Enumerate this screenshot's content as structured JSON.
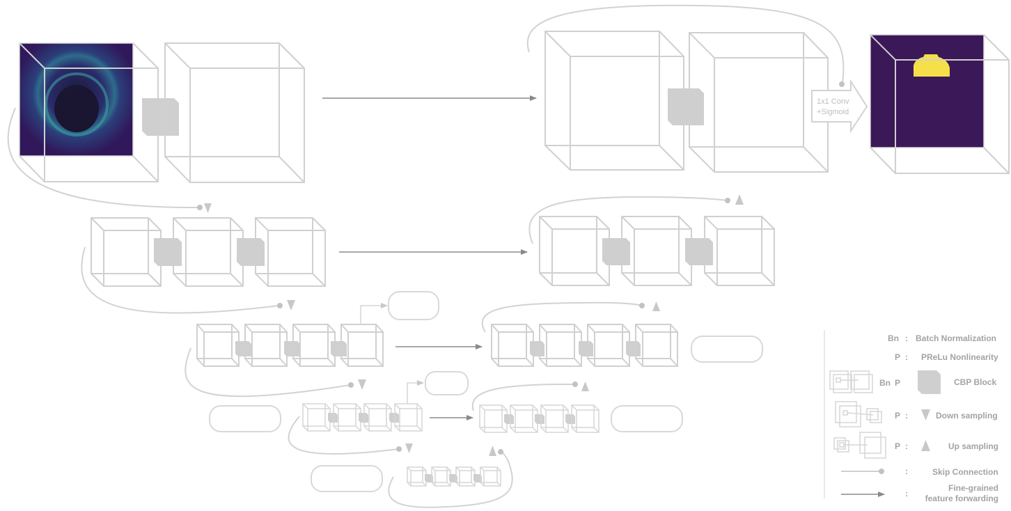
{
  "output_head": {
    "line1": "1x1 Conv",
    "line2": "+Sigmoid"
  },
  "legend": {
    "bn": {
      "key": "Bn",
      "sep": ":",
      "label": "Batch Normalization"
    },
    "p": {
      "key": "P",
      "sep": ":",
      "label": "PReLu Nonlinearity"
    },
    "cbp": {
      "key_bn": "Bn",
      "key_p": "P",
      "label": "CBP Block"
    },
    "down": {
      "key": "P",
      "sep": ":",
      "label": "Down sampling"
    },
    "up": {
      "key": "P",
      "sep": ":",
      "label": "Up sampling"
    },
    "skip": {
      "sep": ":",
      "label": "Skip Connection"
    },
    "fine": {
      "sep": ":",
      "label_line1": "Fine-grained",
      "label_line2": "feature forwarding"
    }
  },
  "colors": {
    "wire": "#d0d0d0",
    "cbp_block": "#cfcfcf",
    "arrow": "#8a8a8a",
    "legend_text": "#a3a3a3",
    "mri_background": "#2f1657",
    "mask_background": "#3b1858",
    "mask_blob": "#f5e04a"
  },
  "icons": {
    "down_sampling": "triangle-down-icon",
    "up_sampling": "triangle-up-icon",
    "cbp_block": "cbp-block-icon"
  }
}
